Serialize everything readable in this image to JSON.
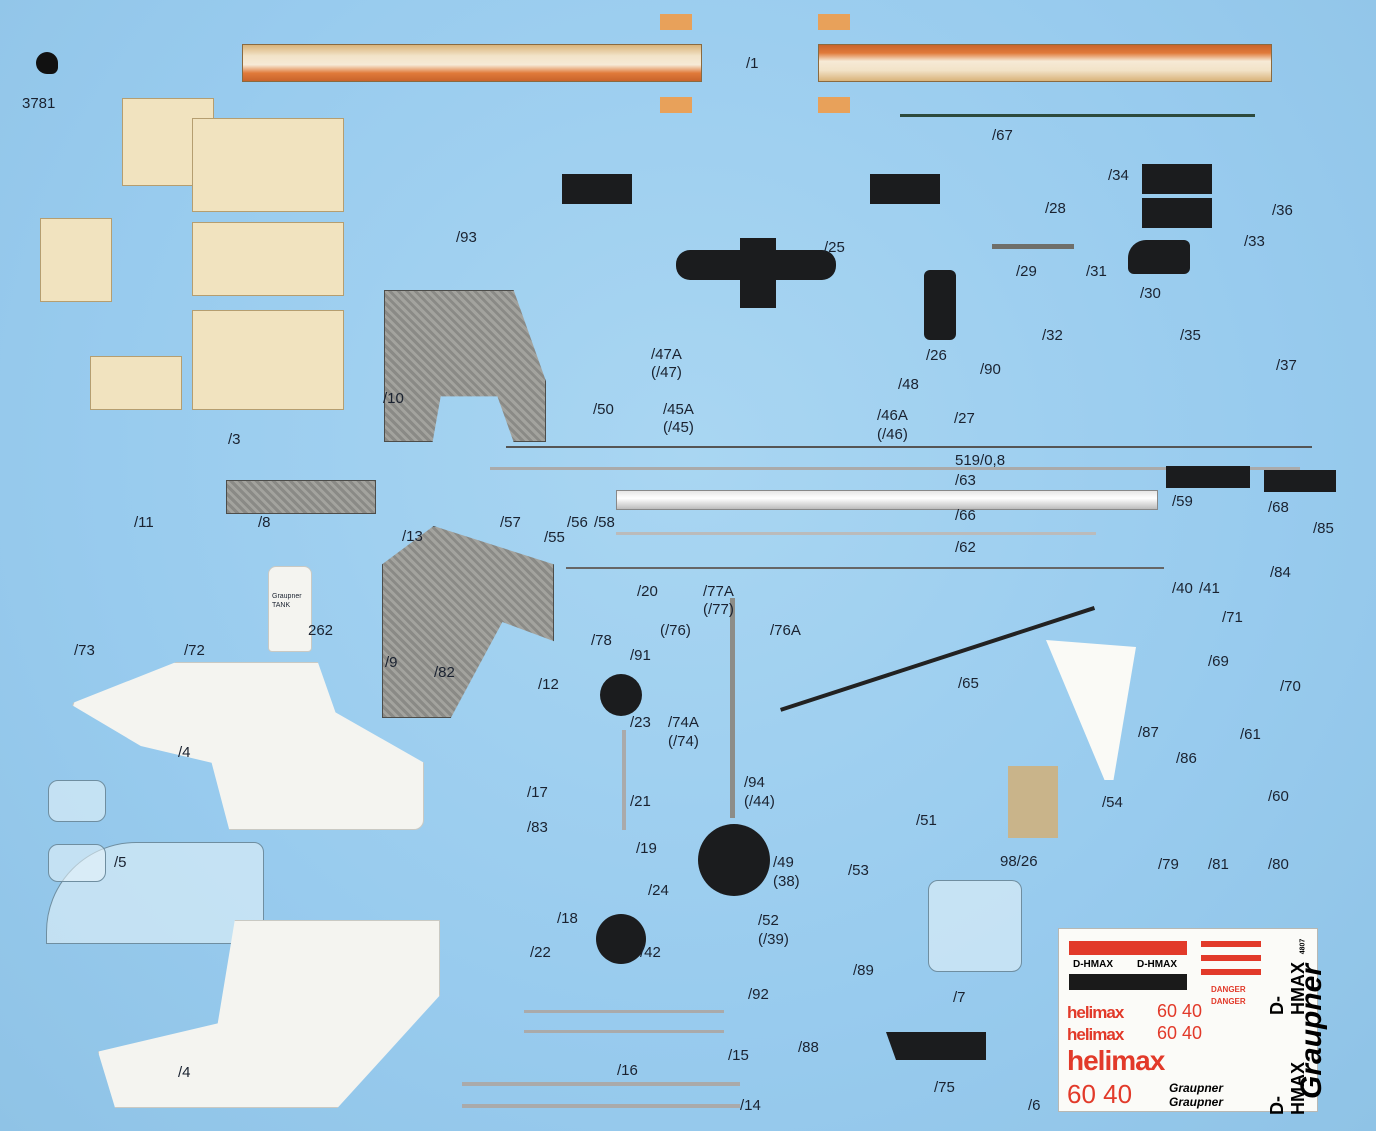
{
  "title": "helimax 60/40 kit parts layout",
  "labels": {
    "l3781": "3781",
    "l1": "/1",
    "l67": "/67",
    "l93": "/93",
    "l28": "/28",
    "l34": "/34",
    "l36": "/36",
    "l25": "/25",
    "l33": "/33",
    "l29": "/29",
    "l31": "/31",
    "l30": "/30",
    "l32": "/32",
    "l35": "/35",
    "l37": "/37",
    "l26": "/26",
    "l90": "/90",
    "l10": "/10",
    "l47a": "/47A",
    "l47": "(/47)",
    "l48": "/48",
    "l50": "/50",
    "l45a": "/45A",
    "l45": "(/45)",
    "l46a": "/46A",
    "l46": "(/46)",
    "l27": "/27",
    "l3": "/3",
    "l519": "519/0,8",
    "l63": "/63",
    "l59": "/59",
    "l68": "/68",
    "l11": "/11",
    "l8": "/8",
    "l13": "/13",
    "l57": "/57",
    "l55": "/55",
    "l56": "/56",
    "l58": "/58",
    "l66": "/66",
    "l85": "/85",
    "l62": "/62",
    "l20": "/20",
    "l77a": "/77A",
    "l77": "(/77)",
    "l40": "/40",
    "l41": "/41",
    "l84": "/84",
    "l262": "262",
    "l71": "/71",
    "l76": "(/76)",
    "l76a": "/76A",
    "l78": "/78",
    "l73": "/73",
    "l72": "/72",
    "l9": "/9",
    "l82": "/82",
    "l91": "/91",
    "l69": "/69",
    "l12": "/12",
    "l65": "/65",
    "l70": "/70",
    "l23": "/23",
    "l74a": "/74A",
    "l74": "(/74)",
    "l4a": "/4",
    "l61": "/61",
    "l87": "/87",
    "l86": "/86",
    "l17": "/17",
    "l21": "/21",
    "l94": "/94",
    "l44": "(/44)",
    "l54": "/54",
    "l60": "/60",
    "l83": "/83",
    "l5": "/5",
    "l51": "/51",
    "l19": "/19",
    "l49": "/49",
    "l38": "(38)",
    "l53": "/53",
    "l9826": "98/26",
    "l79": "/79",
    "l81": "/81",
    "l80": "/80",
    "l24": "/24",
    "l18": "/18",
    "l52": "/52",
    "l39": "(/39)",
    "l22": "/22",
    "l42": "/42",
    "l89": "/89",
    "l7": "/7",
    "l92": "/92",
    "l4b": "/4",
    "l88": "/88",
    "l15": "/15",
    "l16": "/16",
    "l14": "/14",
    "l75": "/75",
    "l6": "/6"
  },
  "tank_label": "Graupner TANK",
  "decal_sheet": {
    "reg1": "D-HMAX",
    "reg2": "D-HMAX",
    "reg_vertical1": "D-HMAX",
    "reg_vertical2": "D-HMAX",
    "brand1": "helimax",
    "brand2": "helimax",
    "brand3": "helimax",
    "num1": "60 40",
    "num2": "60 40",
    "num3": "60 40",
    "danger1": "DANGER",
    "danger2": "DANGER",
    "graupner1": "Graupner",
    "graupner2": "Graupner",
    "graupner_big": "Graupner",
    "code": "4807"
  },
  "colors": {
    "background": "#98cbee",
    "decal_red": "#e23a2a",
    "decal_black": "#1a1a1a"
  }
}
